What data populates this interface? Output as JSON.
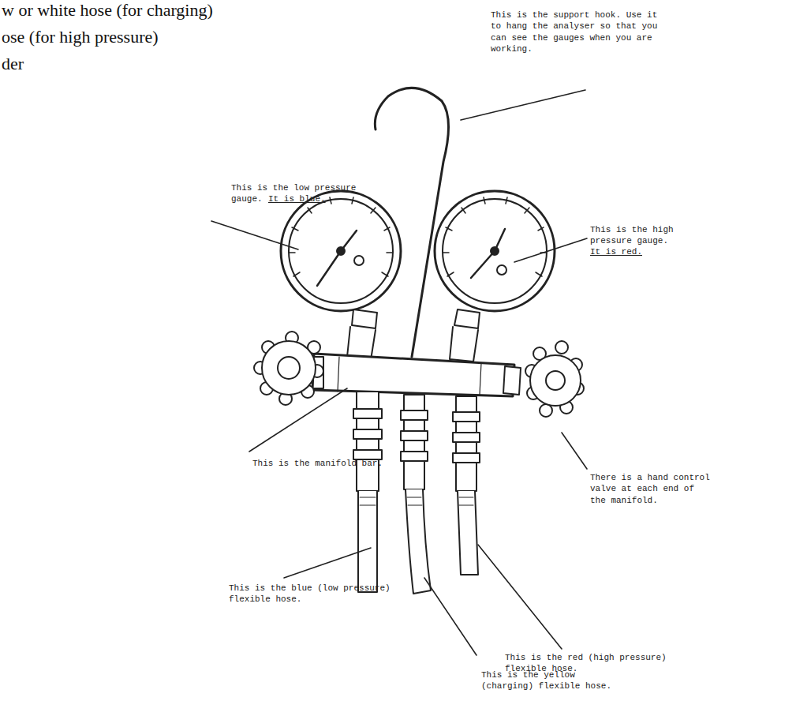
{
  "diagram": {
    "labels": [
      "w or white hose (for charging)",
      "ose (for high pressure)",
      "der",
      "This is the support hook. Use it to hang the analyser so that you can see the gauges when you are working.",
      "This is the low pressure gauge.",
      "It is blue.",
      "This is the high pressure gauge.",
      "It is red.",
      "This is the manifold bar.",
      "There is a hand control valve at each end of the manifold.",
      "This is the blue (low pressure) flexible hose.",
      "This is the red (high pressure) flexible hose.",
      "This is the yellow (charging) flexible hose."
    ]
  }
}
